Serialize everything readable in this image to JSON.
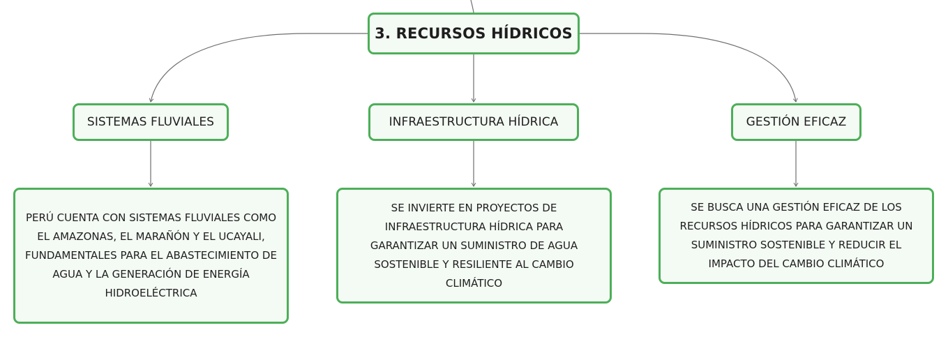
{
  "root": {
    "label": "3. RECURSOS HÍDRICOS"
  },
  "topics": [
    {
      "label": "SISTEMAS FLUVIALES",
      "detail": "PERÚ CUENTA CON SISTEMAS FLUVIALES COMO EL AMAZONAS, EL MARAÑÓN Y EL UCAYALI, FUNDAMENTALES PARA EL ABASTECIMIENTO DE AGUA Y LA GENERACIÓN DE ENERGÍA HIDROELÉCTRICA"
    },
    {
      "label": "INFRAESTRUCTURA HÍDRICA",
      "detail": "SE INVIERTE EN PROYECTOS DE INFRAESTRUCTURA HÍDRICA PARA GARANTIZAR UN SUMINISTRO DE AGUA SOSTENIBLE Y RESILIENTE AL CAMBIO CLIMÁTICO"
    },
    {
      "label": "GESTIÓN EFICAZ",
      "detail": "SE BUSCA UNA GESTIÓN EFICAZ DE LOS RECURSOS HÍDRICOS PARA GARANTIZAR UN SUMINISTRO SOSTENIBLE Y REDUCIR EL IMPACTO DEL CAMBIO CLIMÁTICO"
    }
  ],
  "colors": {
    "node_border": "#4caf58",
    "node_fill": "#f4faf4",
    "connector": "#6e6e6e"
  }
}
